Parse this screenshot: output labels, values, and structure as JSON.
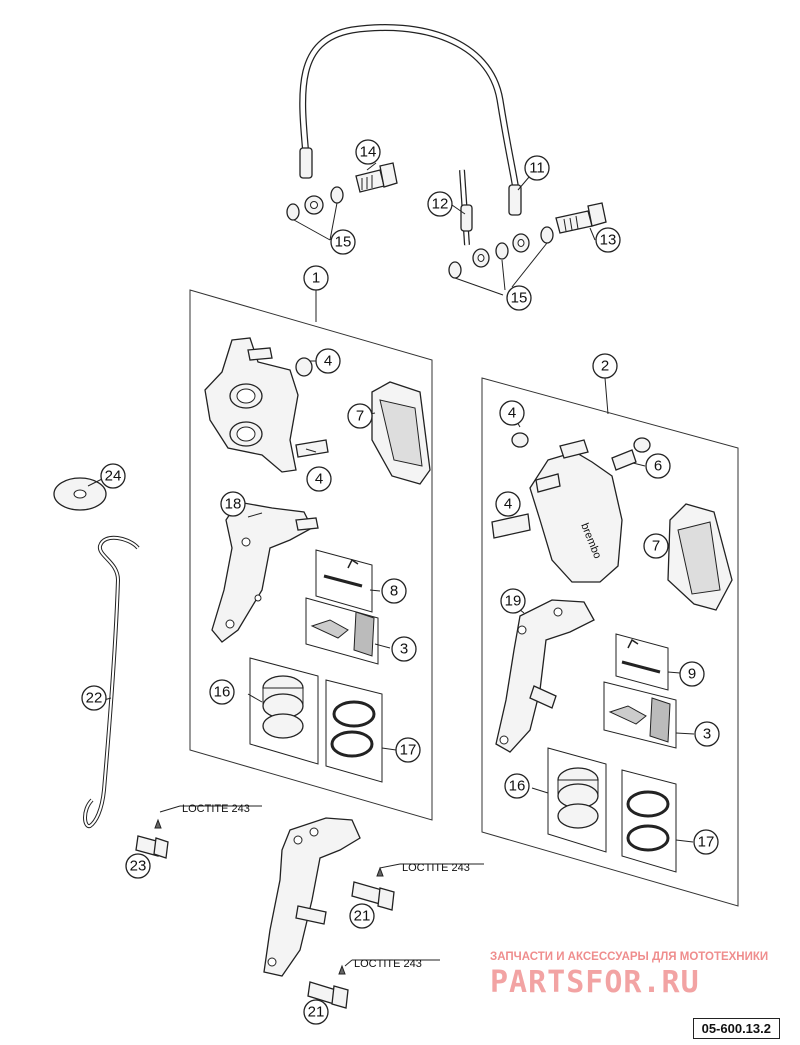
{
  "callouts": {
    "c1": "1",
    "c2": "2",
    "c3a": "3",
    "c3b": "3",
    "c4a": "4",
    "c4b": "4",
    "c4c": "4",
    "c4d": "4",
    "c6": "6",
    "c7a": "7",
    "c7b": "7",
    "c8": "8",
    "c9": "9",
    "c11": "11",
    "c12": "12",
    "c13": "13",
    "c14": "14",
    "c15a": "15",
    "c15b": "15",
    "c16a": "16",
    "c16b": "16",
    "c17a": "17",
    "c17b": "17",
    "c18": "18",
    "c19": "19",
    "c21a": "21",
    "c21b": "21",
    "c22": "22",
    "c23": "23",
    "c24": "24"
  },
  "notes": {
    "loctite_1": "LOCTITE 243",
    "loctite_2": "LOCTITE 243",
    "loctite_3": "LOCTITE 243"
  },
  "caliper_brand": "brembo",
  "watermark": {
    "subtitle": "ЗАПЧАСТИ И АКСЕССУАРЫ ДЛЯ МОТОТЕХНИКИ",
    "brand": "PARTSFOR.RU",
    "color": "#f2a3a3"
  },
  "diagram_code": "05-600.13.2"
}
